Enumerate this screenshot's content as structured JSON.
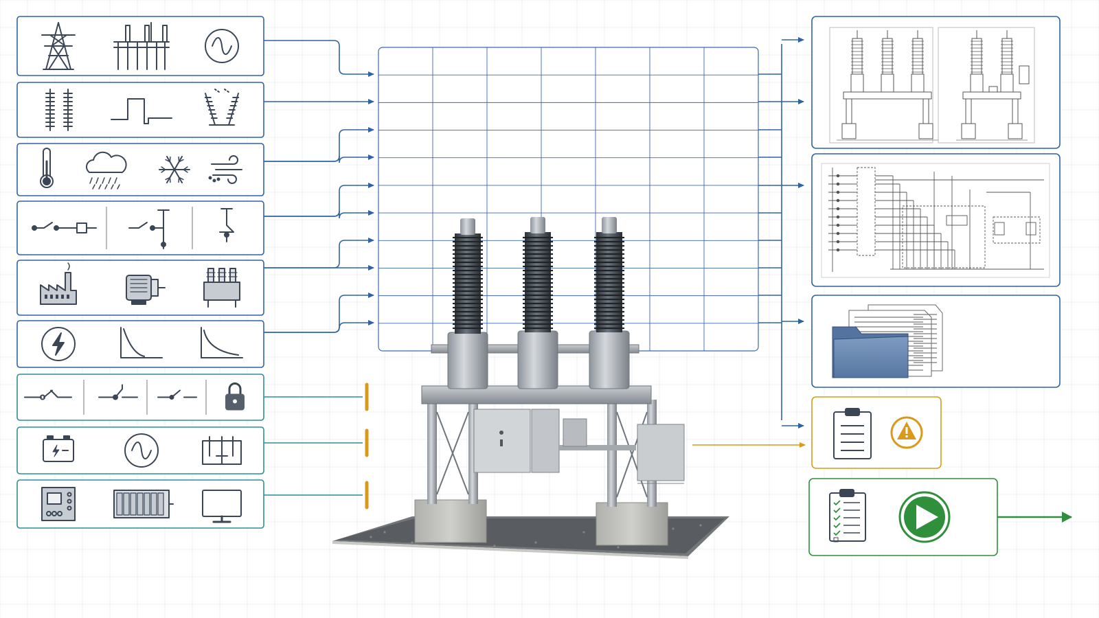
{
  "colors": {
    "blue": "#2f62a6",
    "teal": "#2c8f97",
    "orange": "#d99a1c",
    "green": "#2f8f3a",
    "icon": "#3a4656",
    "grid": "#3b67b0"
  },
  "input_groups": [
    {
      "color": "blue",
      "icons": [
        "transmission-tower-icon",
        "substation-bus-icon",
        "sine-wave-icon"
      ]
    },
    {
      "color": "blue",
      "icons": [
        "insulator-pair-icon",
        "pulse-waveform-icon",
        "surge-arrester-icon"
      ]
    },
    {
      "color": "blue",
      "icons": [
        "thermometer-icon",
        "rain-cloud-icon",
        "snowflake-icon",
        "wind-icon"
      ]
    },
    {
      "color": "blue",
      "icons": [
        "breaker-line-icon",
        "disconnector-icon",
        "earthing-switch-icon"
      ]
    },
    {
      "color": "blue",
      "icons": [
        "factory-icon",
        "motor-icon",
        "transformer-icon"
      ]
    },
    {
      "color": "blue",
      "icons": [
        "lightning-bolt-icon",
        "decay-curve-icon",
        "recovery-curve-icon"
      ]
    },
    {
      "color": "teal",
      "icons": [
        "switch-open-icon",
        "switch-toggle-icon",
        "switch-contact-icon",
        "padlock-icon"
      ]
    },
    {
      "color": "teal",
      "icons": [
        "battery-icon",
        "ac-source-icon",
        "aux-supply-icon"
      ]
    },
    {
      "color": "teal",
      "icons": [
        "control-panel-icon",
        "plc-rack-icon",
        "monitor-icon"
      ]
    }
  ],
  "outputs": [
    {
      "name": "outline-drawings",
      "icons": [
        "breaker-elevation-drawing-icon",
        "breaker-side-drawing-icon"
      ]
    },
    {
      "name": "schematic-diagram",
      "icons": [
        "wiring-schematic-icon"
      ]
    },
    {
      "name": "documents",
      "icons": [
        "folder-icon",
        "document-stack-icon"
      ]
    },
    {
      "name": "checklist-warning",
      "icons": [
        "clipboard-icon",
        "warning-icon"
      ]
    },
    {
      "name": "approve-run",
      "icons": [
        "checklist-icon",
        "play-icon"
      ]
    }
  ],
  "grid": {
    "rows": 11,
    "cols": 7
  },
  "equipment": {
    "icon": "circuit-breaker-3d-icon",
    "poles": 3
  }
}
